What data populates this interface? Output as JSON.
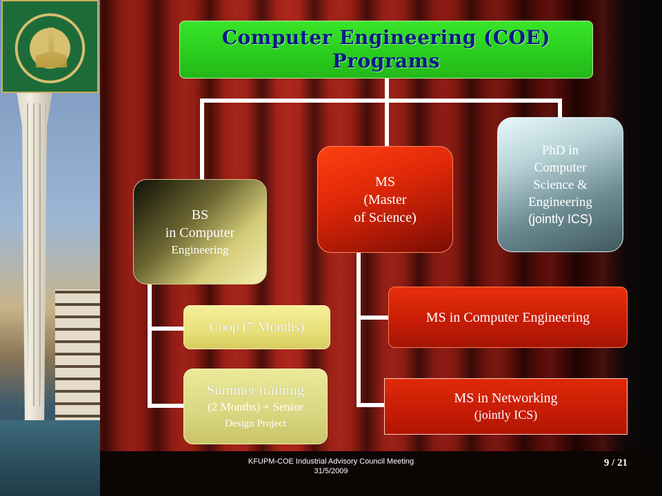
{
  "title": {
    "line1": "Computer Engineering (COE)",
    "line2": "Programs"
  },
  "bs": {
    "line1": "BS",
    "line2": "in Computer",
    "line3": "Engineering"
  },
  "ms": {
    "line1": "MS",
    "line2": "(Master",
    "line3": "of Science)"
  },
  "phd": {
    "line1": "PhD in",
    "line2": "Computer",
    "line3": "Science &",
    "line4": "Engineering",
    "line5": "(jointly ICS)"
  },
  "coop": {
    "label": "Coop (7 Months)"
  },
  "summer": {
    "line1": "Summer training",
    "line2": "(2 Months) + Senior",
    "line3": "Design Project"
  },
  "ms_coe": {
    "label": "MS in Computer Engineering"
  },
  "ms_networking": {
    "line1": "MS in Networking",
    "line2": "(jointly ICS)"
  },
  "footer": {
    "line1": "KFUPM-COE Industrial Advisory Council Meeting",
    "line2": "31/5/2009",
    "page": "9 / 21"
  },
  "colors": {
    "title_bg": "#2ad01e",
    "title_text": "#0a1a8a",
    "ms_red": "#e02808",
    "bs_gold": "#d4cc78",
    "phd_teal": "#6d8a92"
  }
}
